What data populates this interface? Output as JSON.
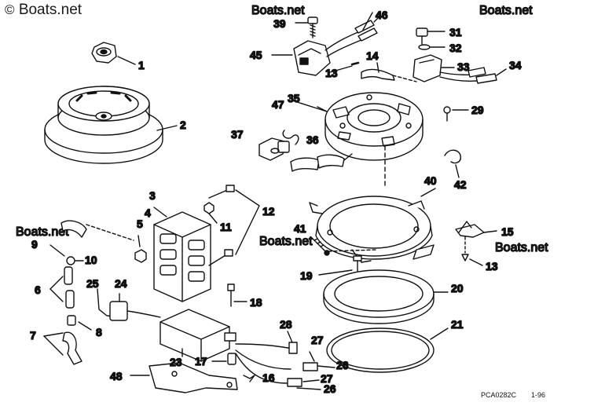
{
  "watermark": {
    "symbol": "©",
    "text": "Boats.net"
  },
  "footer": {
    "code": "PCA0282C",
    "date": "1-96"
  },
  "callouts": {
    "n1": "1",
    "n2": "2",
    "n3": "3",
    "n4": "4",
    "n5": "5",
    "n6": "6",
    "n7": "7",
    "n8": "8",
    "n9": "9",
    "n10": "10",
    "n11": "11",
    "n12": "12",
    "n13a": "13",
    "n13b": "13",
    "n14": "14",
    "n15": "15",
    "n16": "16",
    "n17": "17",
    "n18": "18",
    "n19": "19",
    "n20": "20",
    "n21": "21",
    "n23": "23",
    "n24": "24",
    "n25": "25",
    "n26a": "26",
    "n26b": "26",
    "n27a": "27",
    "n27b": "27",
    "n28": "28",
    "n29": "29",
    "n31": "31",
    "n32": "32",
    "n33": "33",
    "n34": "34",
    "n35": "35",
    "n36": "36",
    "n37": "37",
    "n39": "39",
    "n40": "40",
    "n41": "41",
    "n42": "42",
    "n45": "45",
    "n46": "46",
    "n47": "47",
    "n48": "48"
  }
}
